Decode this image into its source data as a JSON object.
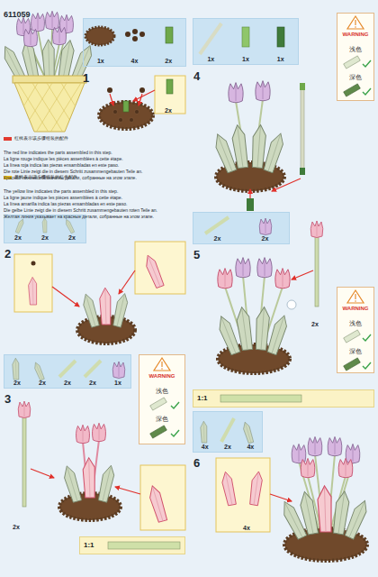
{
  "diagram": {
    "nodes": [
      {
        "text": [
          "1x",
          "4x",
          "2x"
        ]
      },
      {
        "text": [
          "2x",
          "2x",
          "2x"
        ]
      },
      {
        "text": [
          "2x",
          "2x",
          "2x",
          "2x",
          "1x"
        ]
      },
      {
        "text": [
          "1x",
          "1x",
          "1x"
        ]
      },
      {
        "text": [
          "2x",
          "2x"
        ]
      },
      {
        "text": [
          "4x",
          "2x",
          "4x"
        ]
      },
      {
        "text": [
          "WARNING",
          "浅色",
          "深色"
        ]
      },
      {
        "text": [
          "WARNING",
          "浅色",
          "深色"
        ]
      },
      {
        "text": [
          "WARNING",
          "浅色",
          "深色"
        ]
      },
      {
        "text": [
          "1:1"
        ]
      },
      {
        "text": [
          "1:1"
        ]
      }
    ],
    "labels": [
      "611059",
      "1",
      "2x",
      "2",
      "3",
      "2x",
      "4",
      "5",
      "2x",
      "6",
      "4x",
      "The red line indicates the parts assembled in this step.",
      "La ligne rouge indique les pièces assemblées à cette étape.",
      "La línea roja indica las piezas ensambladas en este paso.",
      "Die rote Linie zeigt die in diesem Schritt zusammengebauten Teile an.",
      "Красной линией обозначены детали, собранные на этом этапе.",
      "The yellow line indicates the parts assembled in this step.",
      "La ligne jaune indique les pièces assemblées à cette étape.",
      "La línea amarilla indica las piezas ensambladas en este paso.",
      "Die gelbe Linie zeigt die in diesem Schritt zusammengebauten roten Teile an.",
      "Желтая линия указывает на красные детали, собранные на этом этапе."
    ],
    "legend": [
      {
        "text": "红线表示该步骤组装的配件",
        "color": "#e23a2f"
      },
      {
        "text": "黄线表示该步骤组装的红色配件",
        "color": "#f2c21b"
      }
    ]
  }
}
